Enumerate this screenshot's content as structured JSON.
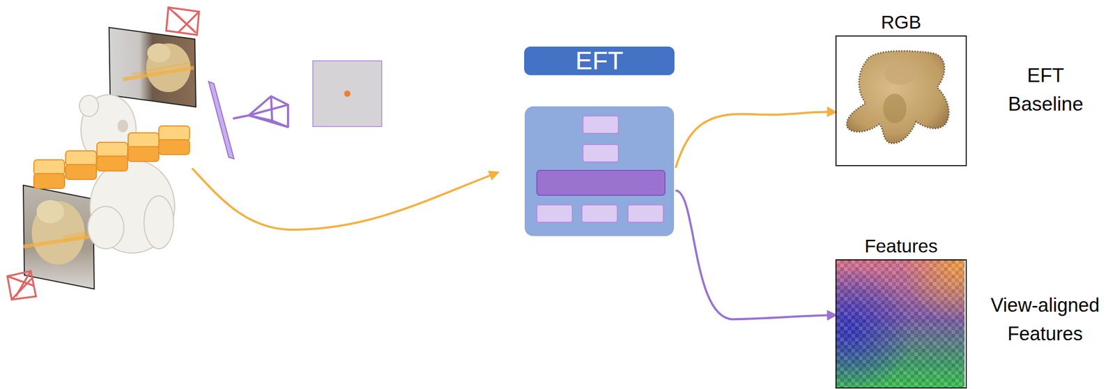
{
  "diagram": {
    "nodes": [
      {
        "text": [
          "EFT"
        ]
      },
      {
        "text": [
          "RGB"
        ]
      },
      {
        "text": [
          "Features"
        ]
      }
    ],
    "edges": [
      {
        "from": 0,
        "to": 1,
        "arrow": "to"
      },
      {
        "from": 0,
        "to": 2,
        "arrow": "to"
      }
    ],
    "labels": [
      "EFT Baseline",
      "View-aligned Features"
    ]
  }
}
